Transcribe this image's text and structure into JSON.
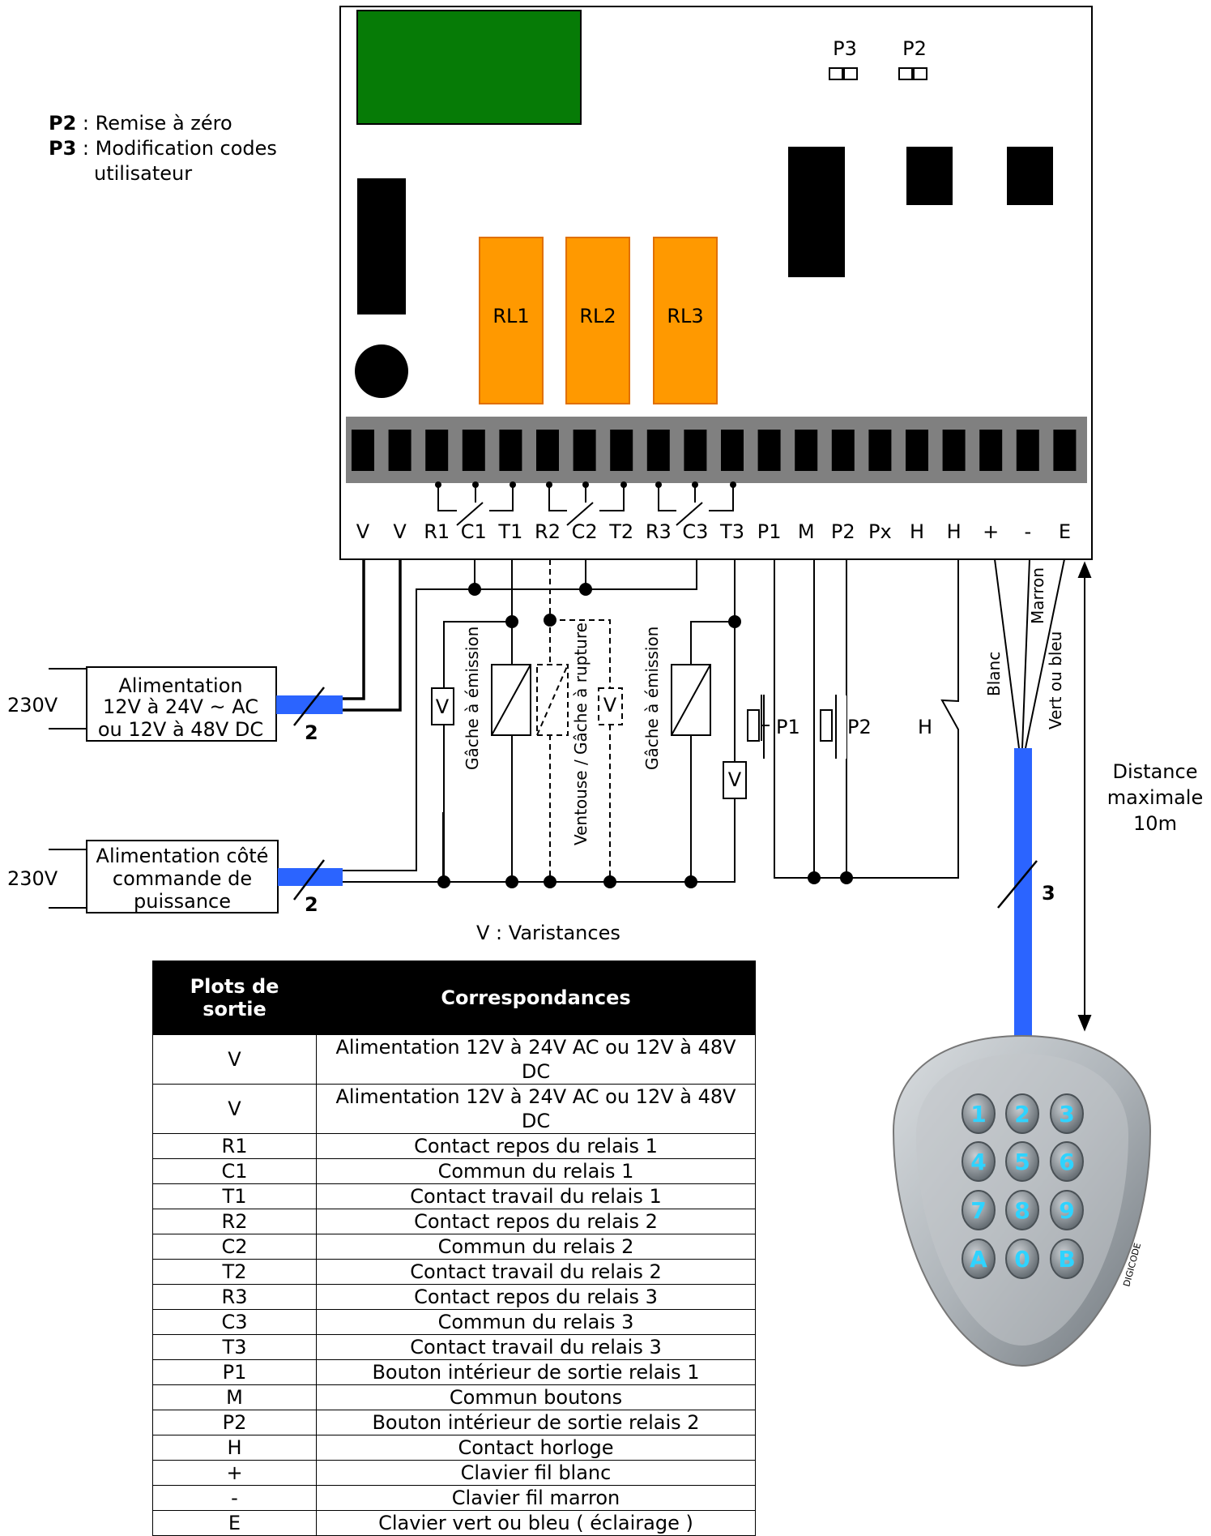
{
  "legend": [
    {
      "key": "P2",
      "text": " : Remise à zéro"
    },
    {
      "key": "P3",
      "text": " : Modification codes",
      "text2": "utilisateur"
    }
  ],
  "board": {
    "jumpers": [
      "P3",
      "P2"
    ],
    "relays": [
      "RL1",
      "RL2",
      "RL3"
    ],
    "terminals": [
      "V",
      "V",
      "R1",
      "C1",
      "T1",
      "R2",
      "C2",
      "T2",
      "R3",
      "C3",
      "T3",
      "P1",
      "M",
      "P2",
      "Px",
      "H",
      "H",
      "+",
      "-",
      "E"
    ],
    "colors": {
      "display": "#067b06",
      "relay": "#ff9900",
      "terminal_strip": "#808080",
      "cable": "#2b64ff"
    }
  },
  "power_supplies": [
    {
      "input": "230V",
      "lines": [
        "Alimentation",
        "12V à 24V ~ AC",
        "ou 12V à 48V DC"
      ],
      "wires": "2"
    },
    {
      "input": "230V",
      "lines": [
        "Alimentation côté",
        "commande de",
        "puissance"
      ],
      "wires": "2"
    }
  ],
  "components": {
    "strike1": "Gâche à émission",
    "maglock": "Ventouse / Gâche à rupture",
    "strike3": "Gâche à émission",
    "varistor": "V",
    "buttons": [
      "P1",
      "P2"
    ],
    "clock": "H"
  },
  "keypad_wires": {
    "white": "Blanc",
    "brown": "Marron",
    "green": "Vert ou bleu",
    "count": "3"
  },
  "distance": [
    "Distance",
    "maximale",
    "10m"
  ],
  "varistor_note": "V : Varistances",
  "keypad": {
    "keys": [
      "1",
      "2",
      "3",
      "4",
      "5",
      "6",
      "7",
      "8",
      "9",
      "A",
      "0",
      "B"
    ],
    "brand": "DIGICODE"
  },
  "table": {
    "headers": [
      "Plots de sortie",
      "Correspondances"
    ],
    "rows": [
      [
        "V",
        "Alimentation 12V à 24V AC ou 12V à 48V DC"
      ],
      [
        "V",
        "Alimentation 12V à 24V AC ou 12V à 48V DC"
      ],
      [
        "R1",
        "Contact repos du relais 1"
      ],
      [
        "C1",
        "Commun du relais 1"
      ],
      [
        "T1",
        "Contact travail du relais 1"
      ],
      [
        "R2",
        "Contact repos du relais 2"
      ],
      [
        "C2",
        "Commun du relais 2"
      ],
      [
        "T2",
        "Contact travail du relais 2"
      ],
      [
        "R3",
        "Contact repos du relais 3"
      ],
      [
        "C3",
        "Commun du relais 3"
      ],
      [
        "T3",
        "Contact travail du relais 3"
      ],
      [
        "P1",
        "Bouton intérieur de sortie  relais 1"
      ],
      [
        "M",
        "Commun boutons"
      ],
      [
        "P2",
        "Bouton intérieur de sortie  relais 2"
      ],
      [
        "H",
        "Contact horloge"
      ],
      [
        "+",
        "Clavier fil blanc"
      ],
      [
        "-",
        "Clavier fil marron"
      ],
      [
        "E",
        "Clavier vert ou bleu ( éclairage )"
      ]
    ]
  }
}
